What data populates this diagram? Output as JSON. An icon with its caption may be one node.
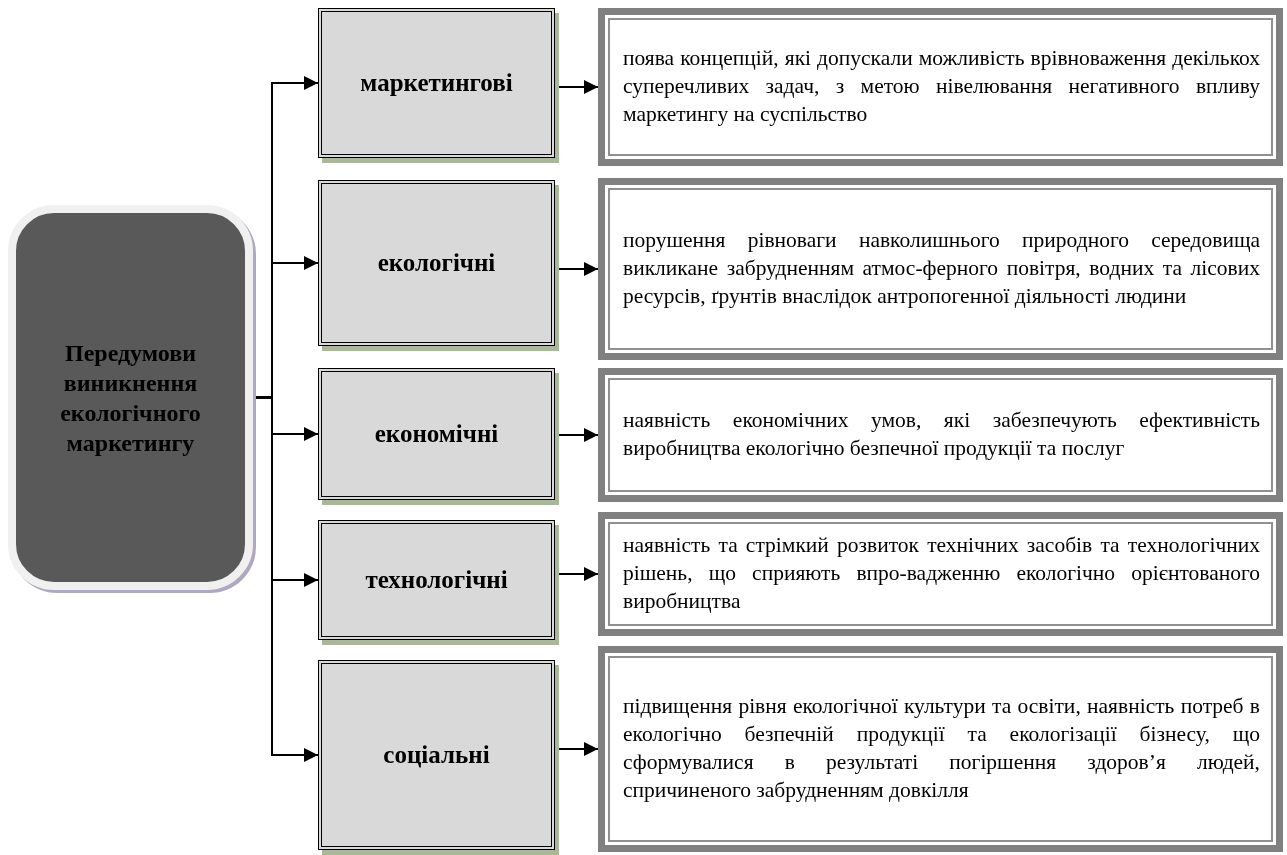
{
  "diagram": {
    "nodes": [
      {
        "text": [
          "Передумови виникнення екологічного маркетингу"
        ]
      },
      {
        "text": [
          "маркетингові"
        ]
      },
      {
        "text": [
          "екологічні"
        ]
      },
      {
        "text": [
          "економічні"
        ]
      },
      {
        "text": [
          "технологічні"
        ]
      },
      {
        "text": [
          "соціальні"
        ]
      },
      {
        "text": [
          "поява концепцій, які допускали можливість врівноваження декількох суперечливих задач, з метою нівелювання негативного впливу маркетингу на суспільство"
        ]
      },
      {
        "text": [
          "порушення рівноваги навколишнього природного середовища викликане забрудненням атмос-ферного повітря, водних та лісових ресурсів, ґрунтів внаслідок антропогенної діяльності людини"
        ]
      },
      {
        "text": [
          "наявність економічних умов, які забезпечують ефективність виробництва екологічно безпечної продукції та послуг"
        ]
      },
      {
        "text": [
          "наявність та стрімкий розвиток технічних засобів та технологічних рішень, що сприяють впро-вадженню екологічно орієнтованого виробництва"
        ]
      },
      {
        "text": [
          "підвищення рівня екологічної культури та освіти, наявність потреб в екологічно безпечній продукції та екологізації бізнесу, що сформувалися в результаті погіршення здоров’я людей, спричиненого забрудненням довкілля"
        ]
      }
    ],
    "edges": [
      {
        "from": 0,
        "to": 1,
        "arrow": "to"
      },
      {
        "from": 0,
        "to": 2,
        "arrow": "to"
      },
      {
        "from": 0,
        "to": 3,
        "arrow": "to"
      },
      {
        "from": 0,
        "to": 4,
        "arrow": "to"
      },
      {
        "from": 0,
        "to": 5,
        "arrow": "to"
      },
      {
        "from": 1,
        "to": 6,
        "arrow": "to"
      },
      {
        "from": 2,
        "to": 7,
        "arrow": "to"
      },
      {
        "from": 3,
        "to": 8,
        "arrow": "to"
      },
      {
        "from": 4,
        "to": 9,
        "arrow": "to"
      },
      {
        "from": 5,
        "to": 10,
        "arrow": "to"
      }
    ]
  }
}
